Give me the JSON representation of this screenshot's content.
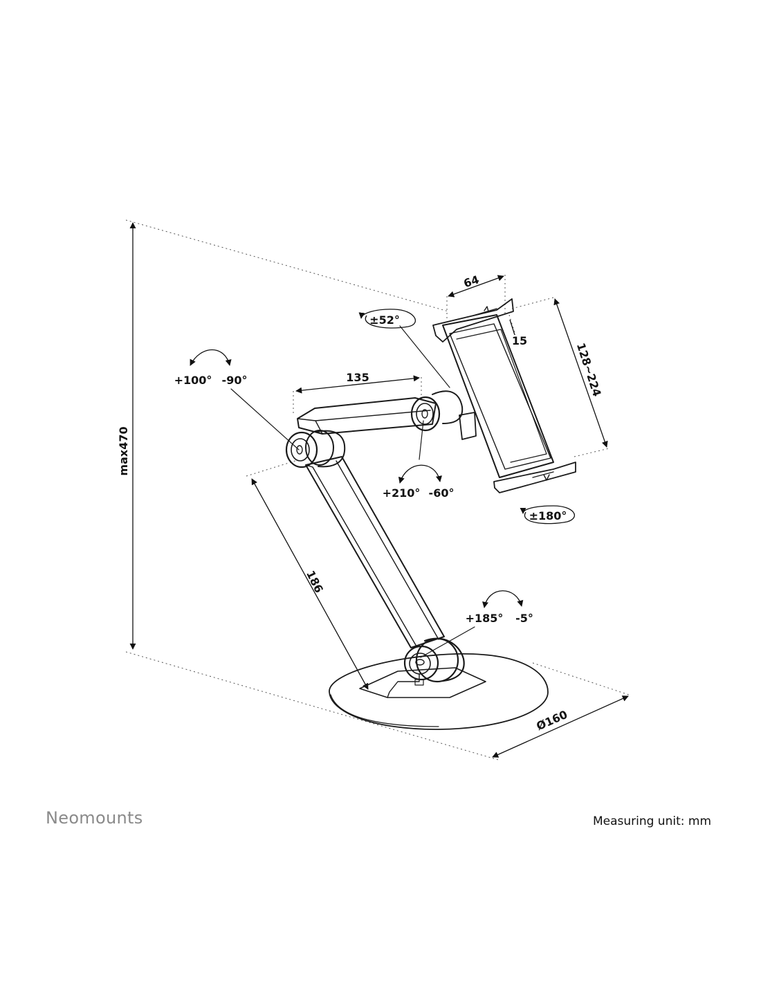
{
  "brand": "Neomounts",
  "footer": {
    "unit_note": "Measuring unit: mm"
  },
  "dimensions": {
    "height": "max470",
    "upper_arm": "135",
    "lower_arm": "186",
    "base_diameter": "Ø160",
    "holder_depth": "64",
    "holder_lip": "15",
    "holder_clamp_range": "128~224"
  },
  "rotations": {
    "top_joint": "±52°",
    "holder_rotation": "±180°",
    "elbow_up": "+100°",
    "elbow_down": "-90°",
    "mid_joint_up": "+210°",
    "mid_joint_down": "-60°",
    "base_joint_up": "+185°",
    "base_joint_down": "-5°"
  }
}
